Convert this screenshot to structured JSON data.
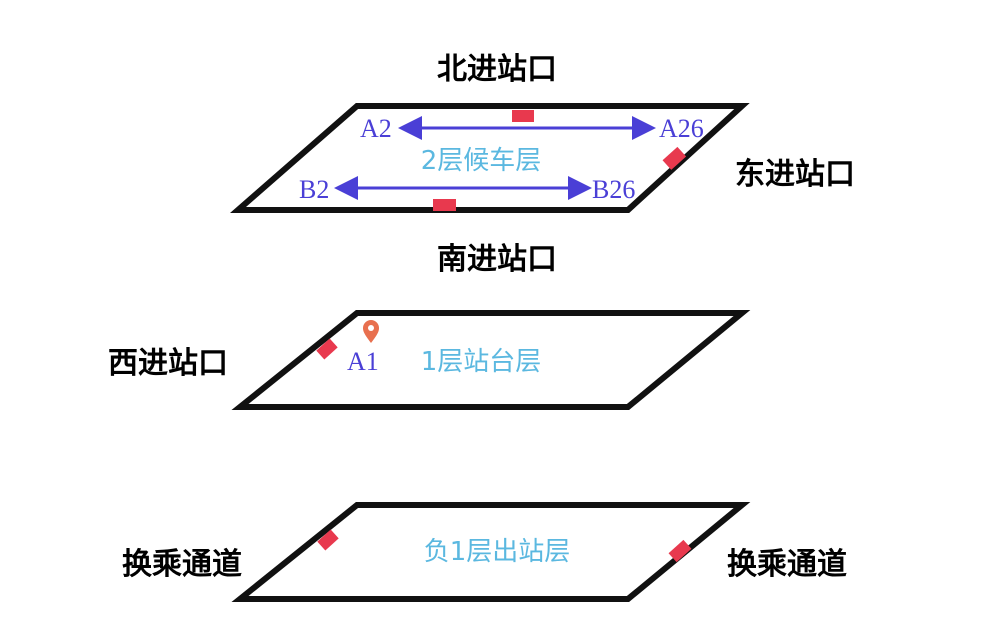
{
  "colors": {
    "outline": "#111111",
    "door": "#e8394e",
    "gate": "#4a3fd6",
    "floor_label": "#5bb8e0",
    "pin": "#e8704f"
  },
  "entrances": {
    "north": "北进站口",
    "east": "东进站口",
    "south": "南进站口",
    "west": "西进站口",
    "transfer_left": "换乘通道",
    "transfer_right": "换乘通道"
  },
  "floors": [
    {
      "label": "2层候车层",
      "gates": {
        "a_start": "A2",
        "a_end": "A26",
        "b_start": "B2",
        "b_end": "B26"
      }
    },
    {
      "label": "1层站台层",
      "marker": "A1"
    },
    {
      "label": "负1层出站层"
    }
  ]
}
